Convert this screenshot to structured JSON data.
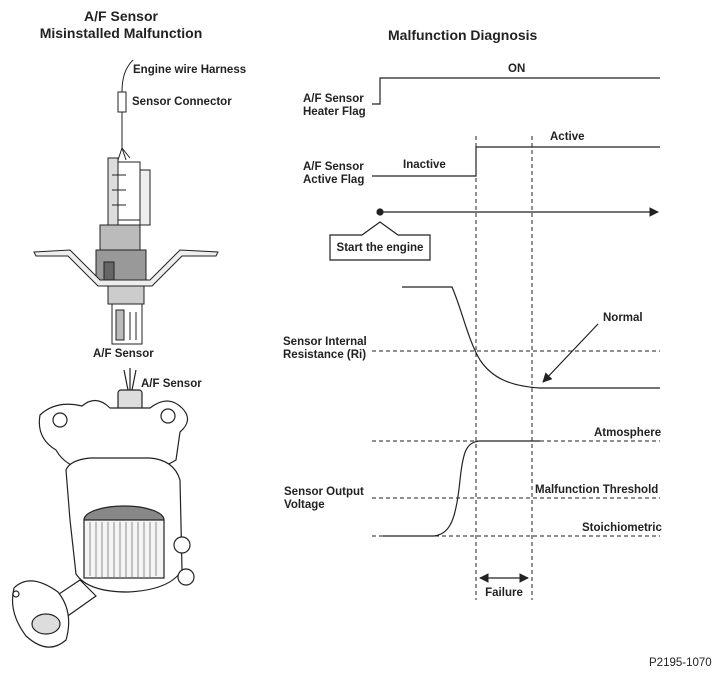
{
  "left_panel": {
    "title_line1": "A/F Sensor",
    "title_line2": "Misinstalled Malfunction",
    "engine_wire_harness": "Engine wire Harness",
    "sensor_connector": "Sensor Connector",
    "af_sensor_upper": "A/F Sensor",
    "af_sensor_lower": "A/F Sensor"
  },
  "right_panel": {
    "title": "Malfunction Diagnosis",
    "heater_flag_line1": "A/F Sensor",
    "heater_flag_line2": "Heater Flag",
    "on_label": "ON",
    "active_flag_line1": "A/F Sensor",
    "active_flag_line2": "Active Flag",
    "inactive_label": "Inactive",
    "active_label": "Active",
    "start_engine": "Start the engine",
    "ri_line1": "Sensor Internal",
    "ri_line2": "Resistance (Ri)",
    "normal_label": "Normal",
    "voltage_line1": "Sensor Output",
    "voltage_line2": "Voltage",
    "atmosphere": "Atmosphere",
    "malfunction_threshold": "Malfunction Threshold",
    "stoichiometric": "Stoichiometric",
    "failure": "Failure"
  },
  "figure_code": "P2195-1070"
}
